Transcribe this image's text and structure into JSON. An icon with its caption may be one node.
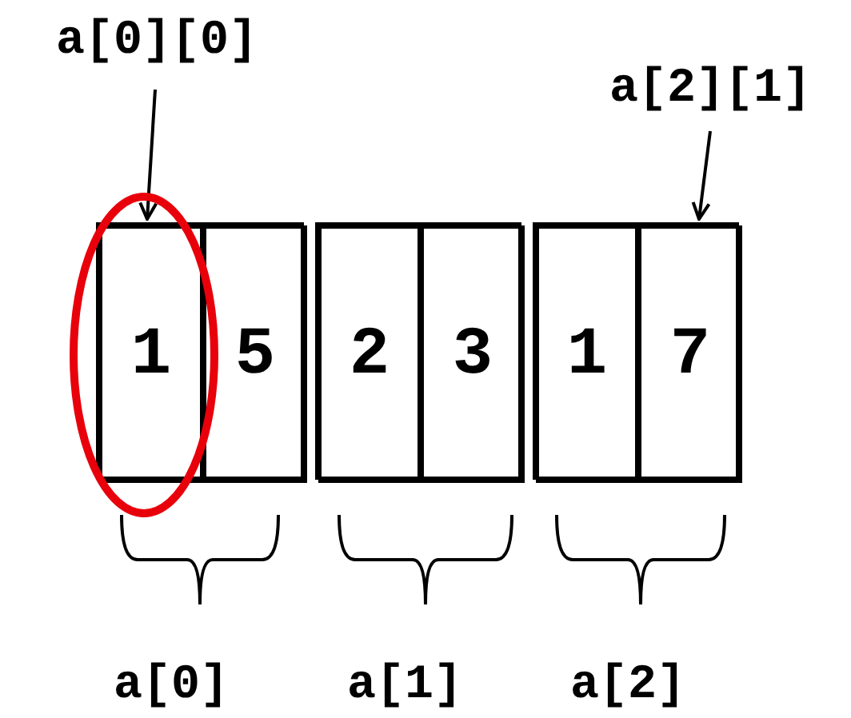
{
  "diagram": {
    "nodes": [
      {
        "text": [
          "a[0][0]"
        ]
      },
      {
        "text": [
          "a[2][1]"
        ]
      },
      {
        "text": [],
        "shape": "box"
      },
      {
        "text": [
          "1"
        ],
        "in": 2
      },
      {
        "text": [
          "5"
        ],
        "in": 2
      },
      {
        "text": [],
        "shape": "box"
      },
      {
        "text": [
          "2"
        ],
        "in": 5
      },
      {
        "text": [
          "3"
        ],
        "in": 5
      },
      {
        "text": [],
        "shape": "box"
      },
      {
        "text": [
          "1"
        ],
        "in": 8
      },
      {
        "text": [
          "7"
        ],
        "in": 8
      }
    ],
    "edges": [
      {
        "from": 0,
        "to": 3,
        "arrow": "to"
      },
      {
        "from": 1,
        "to": 10,
        "arrow": "to"
      }
    ],
    "labels": [
      "a[0]",
      "a[1]",
      "a[2]"
    ]
  }
}
